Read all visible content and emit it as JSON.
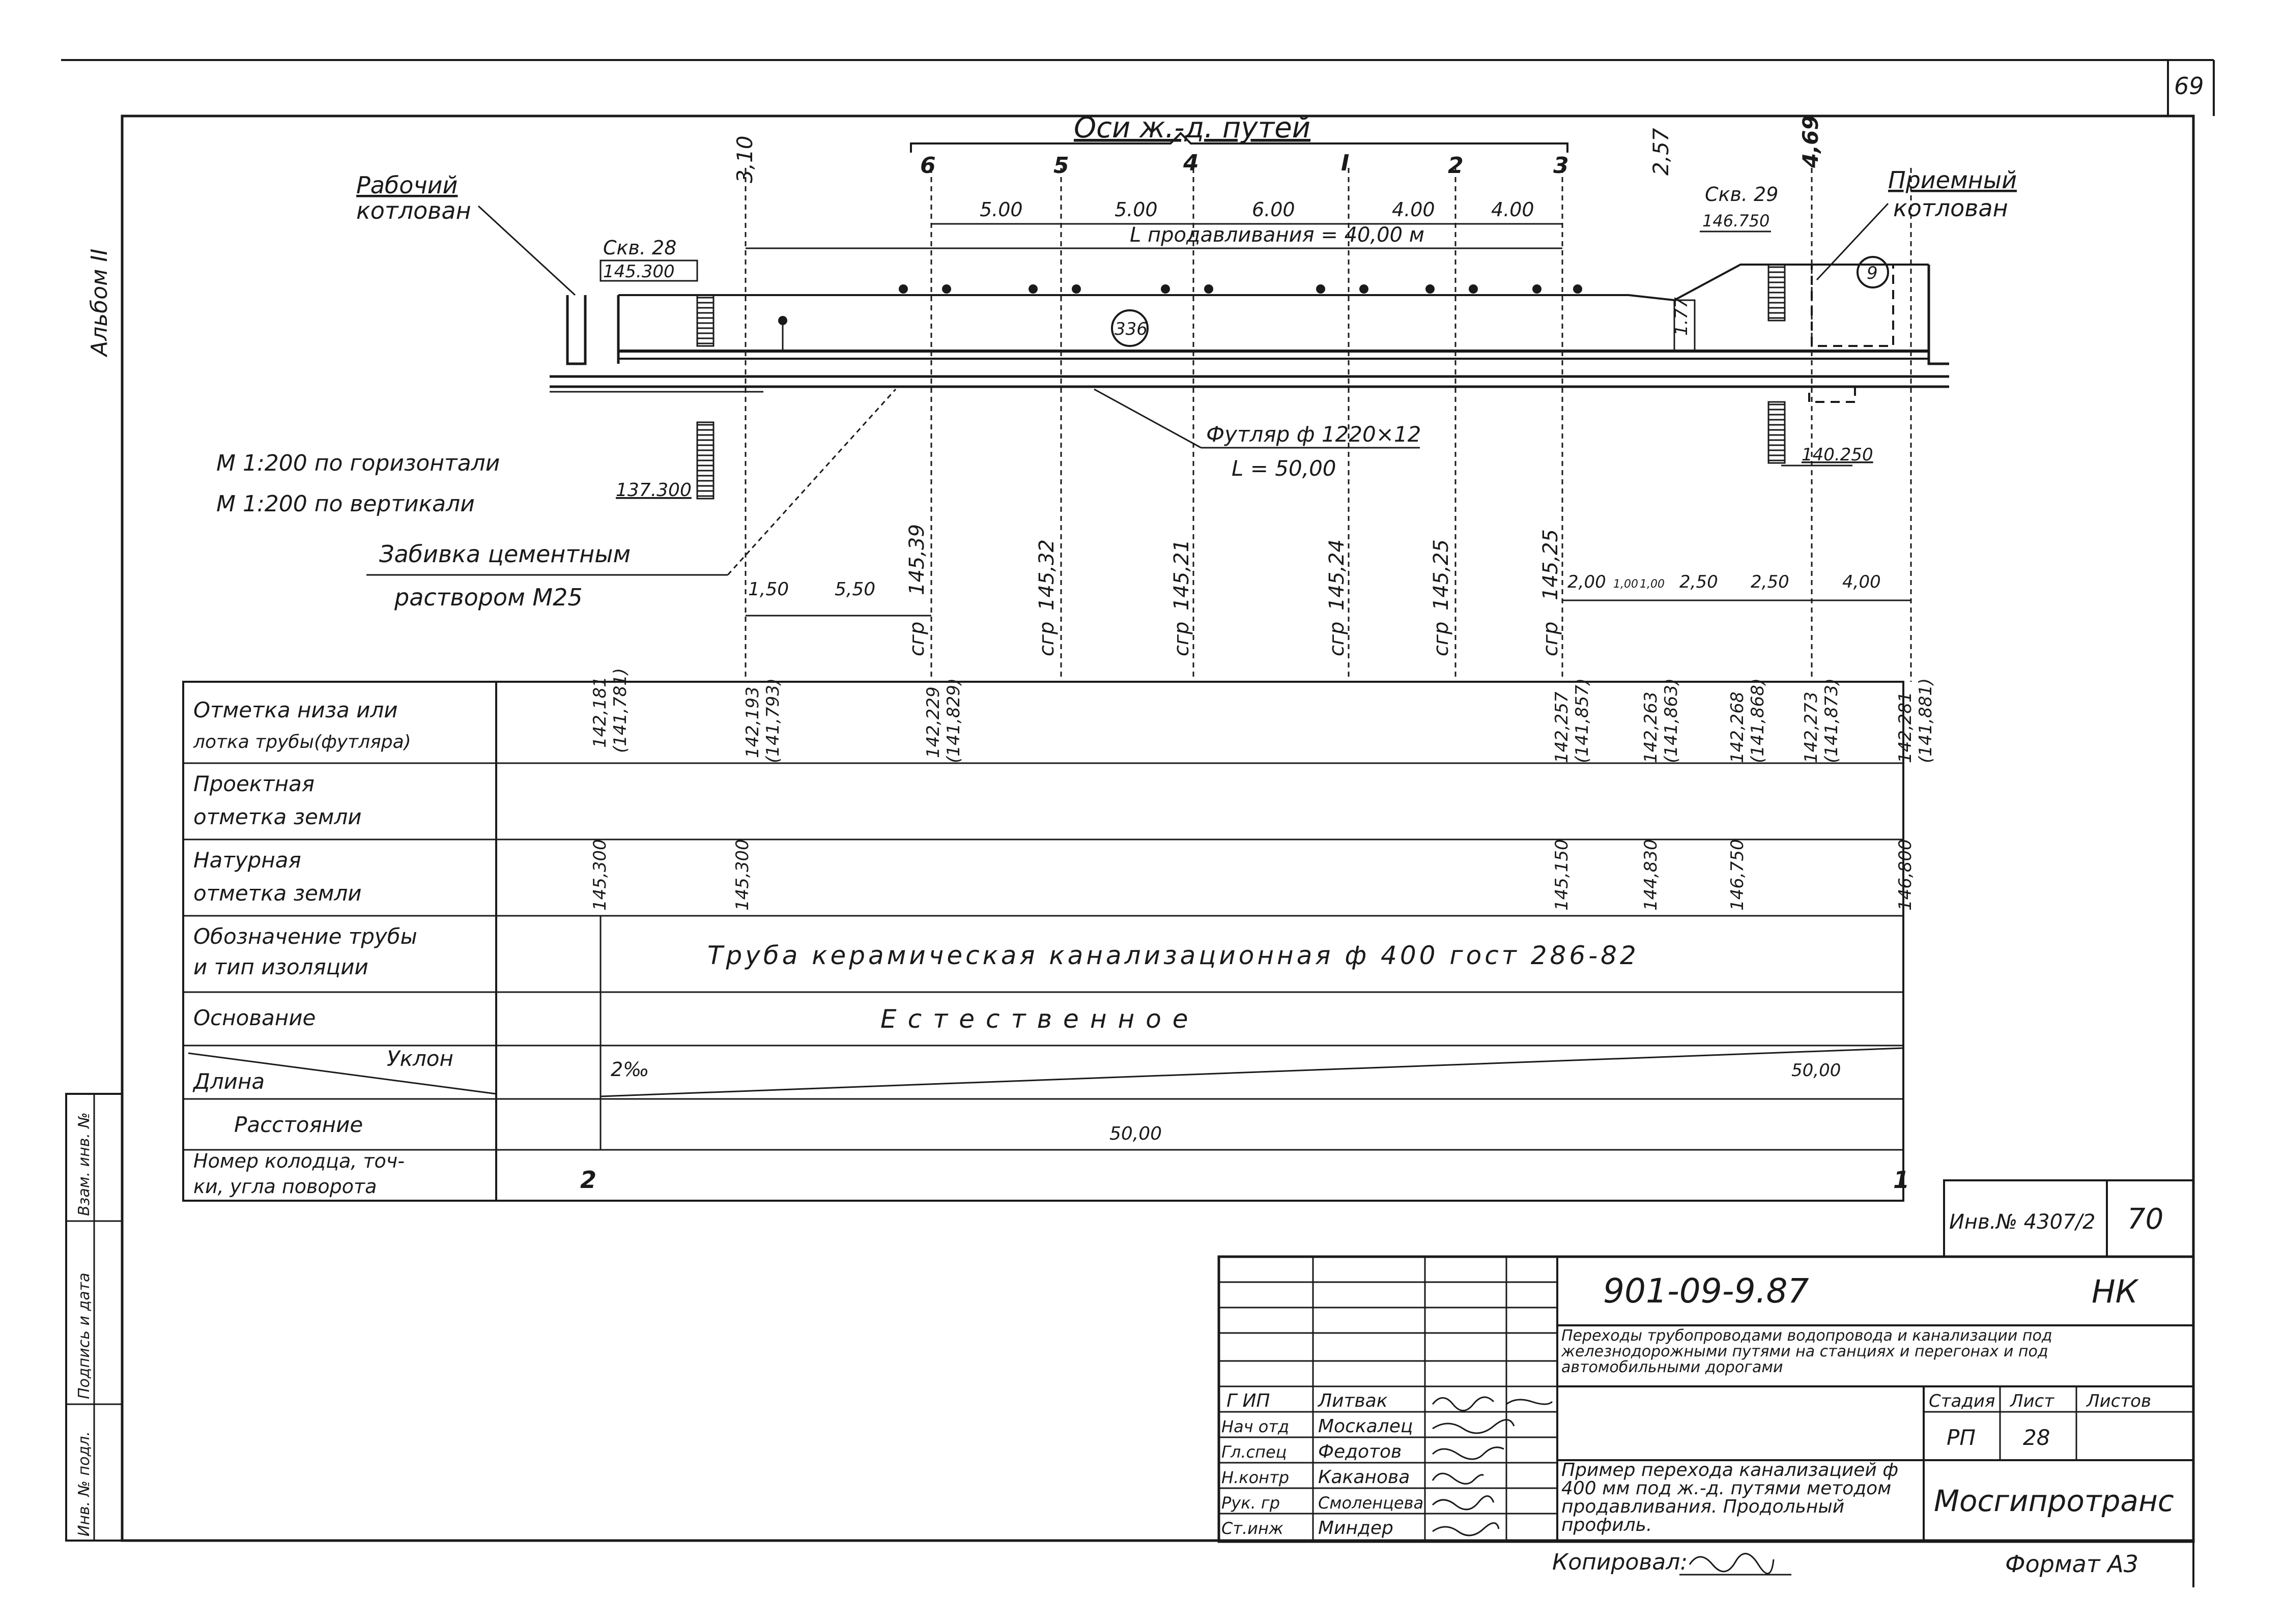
{
  "page_number": "69",
  "album_label": "Альбом II",
  "profile": {
    "track_axes_title": "Оси ж.-д. путей",
    "tracks": [
      "6",
      "5",
      "4",
      "I",
      "2",
      "3"
    ],
    "track_spacings": [
      "5.00",
      "5.00",
      "6.00",
      "4.00",
      "4.00"
    ],
    "jacking_length": "L продавливания = 40,00 м",
    "left_dims": [
      "3,10",
      "1,50",
      "5,50"
    ],
    "right_dims": [
      "2,57",
      "4,69"
    ],
    "bottom_right_dims": [
      "2,00",
      "1,00",
      "1,00",
      "2,50",
      "2,50",
      "4,00"
    ],
    "work_pit_label": [
      "Рабочий",
      "котлован"
    ],
    "receiving_pit_label": [
      "Приемный",
      "котлован"
    ],
    "well_28": {
      "name": "Скв. 28",
      "top": "145.300",
      "bottom": "137.300"
    },
    "well_29": {
      "name": "Скв. 29",
      "top": "146.750",
      "bottom": "140.250"
    },
    "depth_label": "1.77",
    "casing_label": "Футляр ф 1220×12",
    "casing_length": "L = 50,00",
    "callout_336": "336",
    "callout_9": "9",
    "scale_h": "М 1:200 по горизонтали",
    "scale_v": "М 1:200 по вертикали",
    "grout_label": [
      "Забивка цементным",
      "раствором М25"
    ],
    "rail_heads": [
      {
        "prefix": "сгр",
        "value": "145,39"
      },
      {
        "prefix": "сгр",
        "value": "145,32"
      },
      {
        "prefix": "сгр",
        "value": "145,21"
      },
      {
        "prefix": "сгр",
        "value": "145,24"
      },
      {
        "prefix": "сгр",
        "value": "145,25"
      },
      {
        "prefix": "сгр",
        "value": "145,25"
      }
    ]
  },
  "table": {
    "row_labels": [
      [
        "Отметка низа или",
        "лотка трубы(футляра)"
      ],
      [
        "Проектная",
        "отметка земли"
      ],
      [
        "Натурная",
        "отметка земли"
      ],
      [
        "Обозначение трубы",
        "и тип изоляции"
      ],
      [
        "Основание"
      ],
      [
        "Длина",
        "Уклон"
      ],
      [
        "Расстояние"
      ],
      [
        "Номер колодца, точ-",
        "ки, угла поворота"
      ]
    ],
    "pipe_bottom_marks": [
      {
        "a": "142,181",
        "b": "(141,781)"
      },
      {
        "a": "142,193",
        "b": "(141,793)"
      },
      {
        "a": "142,229",
        "b": "(141,829)"
      },
      {
        "a": "142,257",
        "b": "(141,857)"
      },
      {
        "a": "142,263",
        "b": "(141,863)"
      },
      {
        "a": "142,268",
        "b": "(141,868)"
      },
      {
        "a": "142,273",
        "b": "(141,873)"
      },
      {
        "a": "142,281",
        "b": "(141,881)"
      }
    ],
    "natural_ground": [
      "145,300",
      "145,300",
      "145,150",
      "144,830",
      "146,750",
      "146,800"
    ],
    "pipe_description": "Труба керамическая канализационная ф 400 гост 286-82",
    "foundation": "Естественное",
    "slope": "2‰",
    "length": "50,00",
    "distance": "50,00",
    "well_left": "2",
    "well_right": "1"
  },
  "stamp": {
    "inv_label": "Инв.№ 4307/2",
    "inv_sheet": "70",
    "doc_code": "901-09-9.87",
    "doc_mark": "НК",
    "series_title": "Переходы трубопроводами водопровода и канализации под железнодорожными путями на станциях и перегонах и под автомобильными дорогами",
    "roles": [
      {
        "role": "Г ИП",
        "name": "Литвак"
      },
      {
        "role": "Нач отд",
        "name": "Москалец"
      },
      {
        "role": "Гл.спец",
        "name": "Федотов"
      },
      {
        "role": "Н.контр",
        "name": "Каканова"
      },
      {
        "role": "Рук. гр",
        "name": "Смоленцева"
      },
      {
        "role": "Ст.инж",
        "name": "Миндер"
      }
    ],
    "stage_header": "Стадия",
    "sheet_header": "Лист",
    "sheets_header": "Листов",
    "stage": "РП",
    "sheet": "28",
    "sheet_title": "Пример перехода канализацией ф 400 мм под ж.-д. путями методом продавливания. Продольный профиль.",
    "organization": "Мосгипротранс",
    "copied_by_label": "Копировал:",
    "format": "Формат А3"
  },
  "side_stamp": [
    "Инв. № подл.",
    "Подпись и дата",
    "Взам. инв. №"
  ]
}
